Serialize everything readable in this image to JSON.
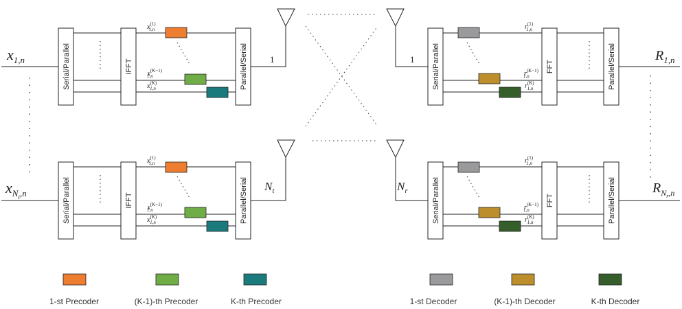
{
  "colors": {
    "p1": "#ED7D31",
    "pk1": "#70AD47",
    "pk": "#1A7A7C",
    "d1": "#9A9A9C",
    "dk1": "#BC8F2C",
    "dk": "#355E2B"
  },
  "blocks": {
    "sp": "Serial/Parallel",
    "ifft": "IFFT",
    "ps": "Parallel/Serial",
    "fft": "FFT"
  },
  "tx": {
    "in_top": "x",
    "in_top_sub": "1,n",
    "in_bot": "x",
    "in_bot_sub": "N",
    "in_bot_subsub": "t",
    "in_bot_sub2": ",n",
    "ant_top": "1",
    "ant_bot": "N",
    "ant_bot_sub": "t",
    "sig1": "x",
    "sig1_sub": "1,n",
    "sig1_sup": "(1)",
    "sigk1": "x",
    "sigk1_sub": "1,n",
    "sigk1_sup": "(K−1)",
    "sigk": "x",
    "sigk_sub": "1,n",
    "sigk_sup": "(K)"
  },
  "rx": {
    "out_top": "R",
    "out_top_sub": "1,n",
    "out_bot": "R",
    "out_bot_sub": "N",
    "out_bot_subsub": "r",
    "out_bot_sub2": ",n",
    "ant_top": "1",
    "ant_bot": "N",
    "ant_bot_sub": "r",
    "sig1": "r",
    "sig1_sub": "1,n",
    "sig1_sup": "(1)",
    "sigk1": "r",
    "sigk1_sub": "1,n",
    "sigk1_sup": "(K−1)",
    "sigk": "r",
    "sigk_sub": "1,n",
    "sigk_sup": "(K)"
  },
  "legend": {
    "p1": "1-st Precoder",
    "pk1": "(K-1)-th Precoder",
    "pk": "K-th Precoder",
    "d1": "1-st Decoder",
    "dk1": "(K-1)-th Decoder",
    "dk": "K-th Decoder"
  }
}
